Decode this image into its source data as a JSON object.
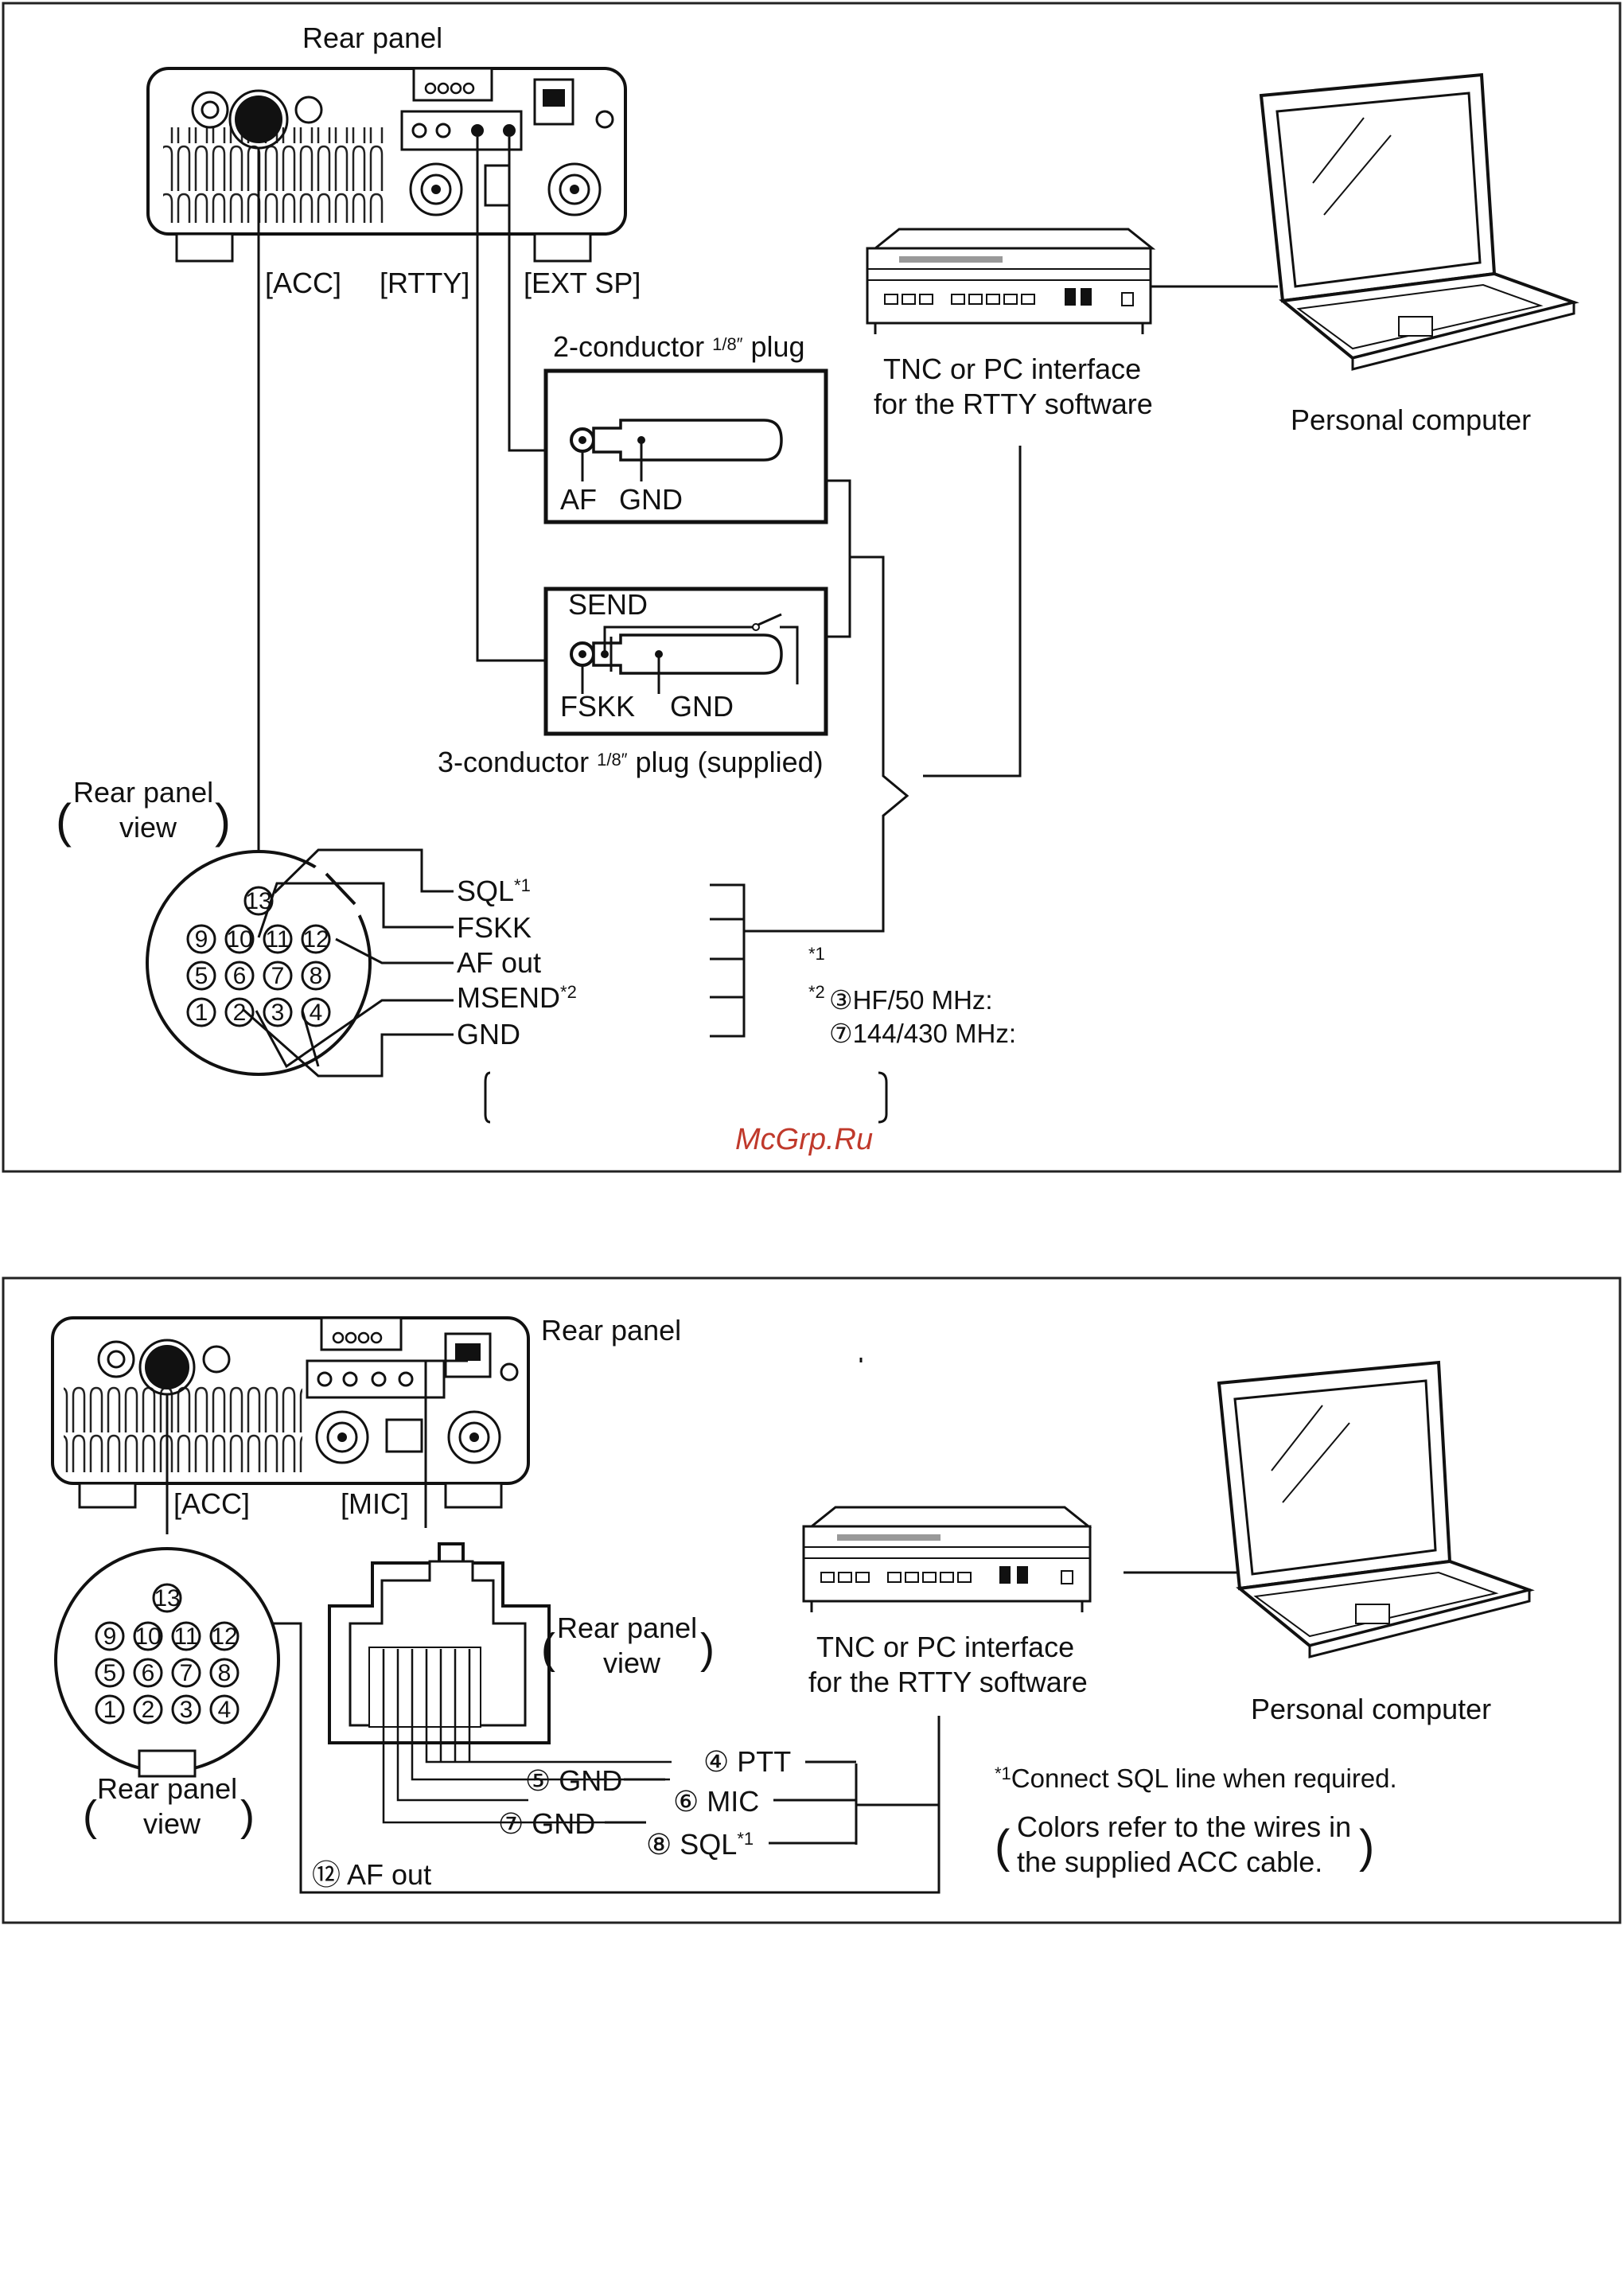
{
  "top_diagram": {
    "rear_panel_title": "Rear panel",
    "jack_labels": {
      "acc": "[ACC]",
      "rtty": "[RTTY]",
      "ext_sp": "[EXT SP]"
    },
    "plug2": {
      "title": "2-conductor ",
      "title_frac": "1/8″",
      "title_tail": " plug",
      "af": "AF",
      "gnd": "GND"
    },
    "plug3": {
      "title": "3-conductor ",
      "title_frac": "1/8″",
      "title_tail": " plug (supplied)",
      "send": "SEND",
      "fskk": "FSKK",
      "gnd": "GND"
    },
    "tnc": {
      "line1": "TNC or PC interface",
      "line2": "for the RTTY software"
    },
    "pc": "Personal computer",
    "view_note": {
      "line1": "Rear panel",
      "line2": "view"
    },
    "pins": [
      "13",
      "9",
      "10",
      "11",
      "12",
      "5",
      "6",
      "7",
      "8",
      "1",
      "2",
      "3",
      "4"
    ],
    "signals": {
      "sql": "SQL",
      "fskk": "FSKK",
      "af_out": "AF out",
      "msend": "MSEND",
      "gnd": "GND"
    },
    "marks": {
      "star1": "*1",
      "star2": "*2"
    },
    "notes": {
      "n2_hf": "③HF/50 MHz:",
      "n2_vhf": "⑦144/430 MHz:"
    },
    "watermark": "McGrp.Ru"
  },
  "bottom_diagram": {
    "rear_panel_title": "Rear panel",
    "jack_labels": {
      "acc": "[ACC]",
      "mic": "[MIC]"
    },
    "mic_view": {
      "line1": "Rear panel",
      "line2": "view"
    },
    "acc_view": {
      "line1": "Rear panel",
      "line2": "view"
    },
    "tnc": {
      "line1": "TNC or PC interface",
      "line2": "for the RTTY software"
    },
    "pc": "Personal computer",
    "pins": [
      "13",
      "9",
      "10",
      "11",
      "12",
      "5",
      "6",
      "7",
      "8",
      "1",
      "2",
      "3",
      "4"
    ],
    "wires": {
      "ptt": "④ PTT",
      "gnd5": "⑤ GND",
      "mic": "⑥ MIC",
      "gnd7": "⑦ GND",
      "sql": "⑧ SQL",
      "af_out": "⑫ AF out"
    },
    "marks": {
      "star1": "*1"
    },
    "note_sql": "Connect SQL line when required.",
    "colors_note": {
      "line1": "Colors refer to the wires in",
      "line2": "the supplied ACC cable."
    }
  }
}
